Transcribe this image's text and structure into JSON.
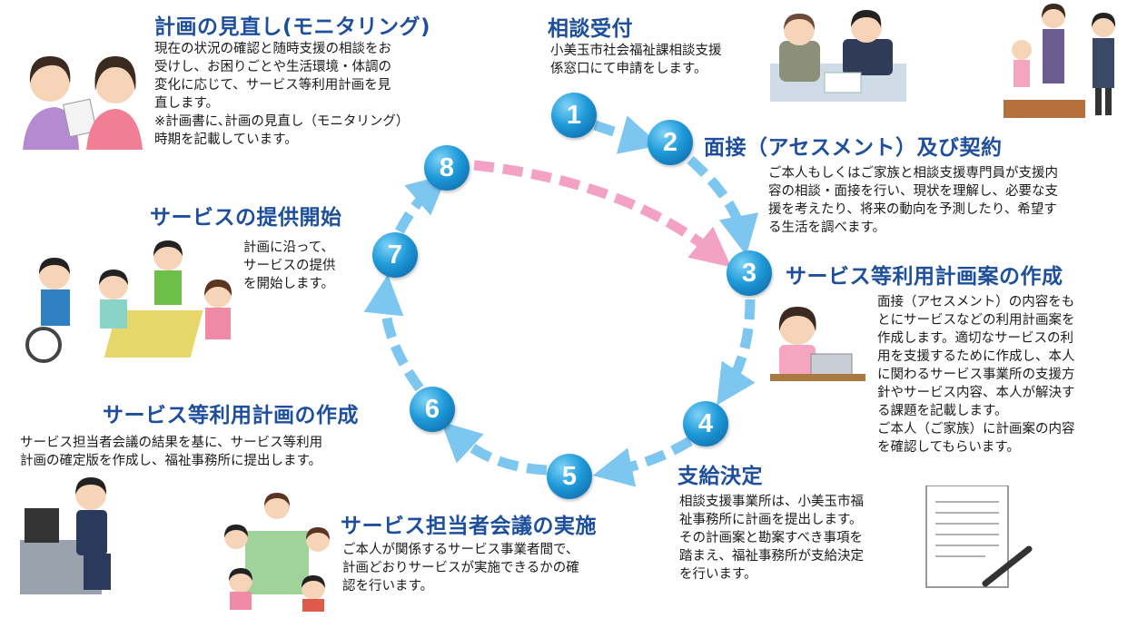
{
  "colors": {
    "arrow": "#7cc6ef",
    "arrow_highlight": "#f3a2c6",
    "title": "#1d4f9c",
    "badge": "#1f9ad9"
  },
  "steps": [
    {
      "number": "1",
      "title": "相談受付",
      "description": "小美玉市社会福祉課相談支援\n係窓口にて申請をします。"
    },
    {
      "number": "2",
      "title": "面接（アセスメント）及び契約",
      "description": "ご本人もしくはご家族と相談支援専門員が支援内\n容の相談・面接を行い、現状を理解し、必要な支\n援を考えたり、将来の動向を予測したり、希望す\nる生活を調べます。"
    },
    {
      "number": "3",
      "title": "サービス等利用計画案の作成",
      "description": "面接（アセスメント）の内容をも\nとにサービスなどの利用計画案を\n作成します。適切なサービスの利\n用を支援するために作成し、本人\nに関わるサービス事業所の支援方\n針やサービス内容、本人が解決す\nる課題を記載します。\nご本人（ご家族）に計画案の内容\nを確認してもらいます。"
    },
    {
      "number": "4",
      "title": "支給決定",
      "description": "相談支援事業所は、小美玉市福\n祉事務所に計画を提出します。\nその計画案と勘案すべき事項を\n踏まえ、福祉事務所が支給決定\nを行います。"
    },
    {
      "number": "5",
      "title": "サービス担当者会議の実施",
      "description": "ご本人が関係するサービス事業者間で、\n計画どおりサービスが実施できるかの確\n認を行います。"
    },
    {
      "number": "6",
      "title": "サービス等利用計画の作成",
      "description": "サービス担当者会議の結果を基に、サービス等利用\n計画の確定版を作成し、福祉事務所に提出します。"
    },
    {
      "number": "7",
      "title": "サービスの提供開始",
      "description": "計画に沿って、\nサービスの提供\nを開始します。"
    },
    {
      "number": "8",
      "title": "計画の見直し(モニタリング)",
      "description": "現在の状況の確認と随時支援の相談をお\n受けし、お困りごとや生活環境・体調の\n変化に応じて、サービス等利用計画を見\n直します。\n※計画書に､計画の見直し（モニタリング）\n時期を記載しています。"
    }
  ]
}
